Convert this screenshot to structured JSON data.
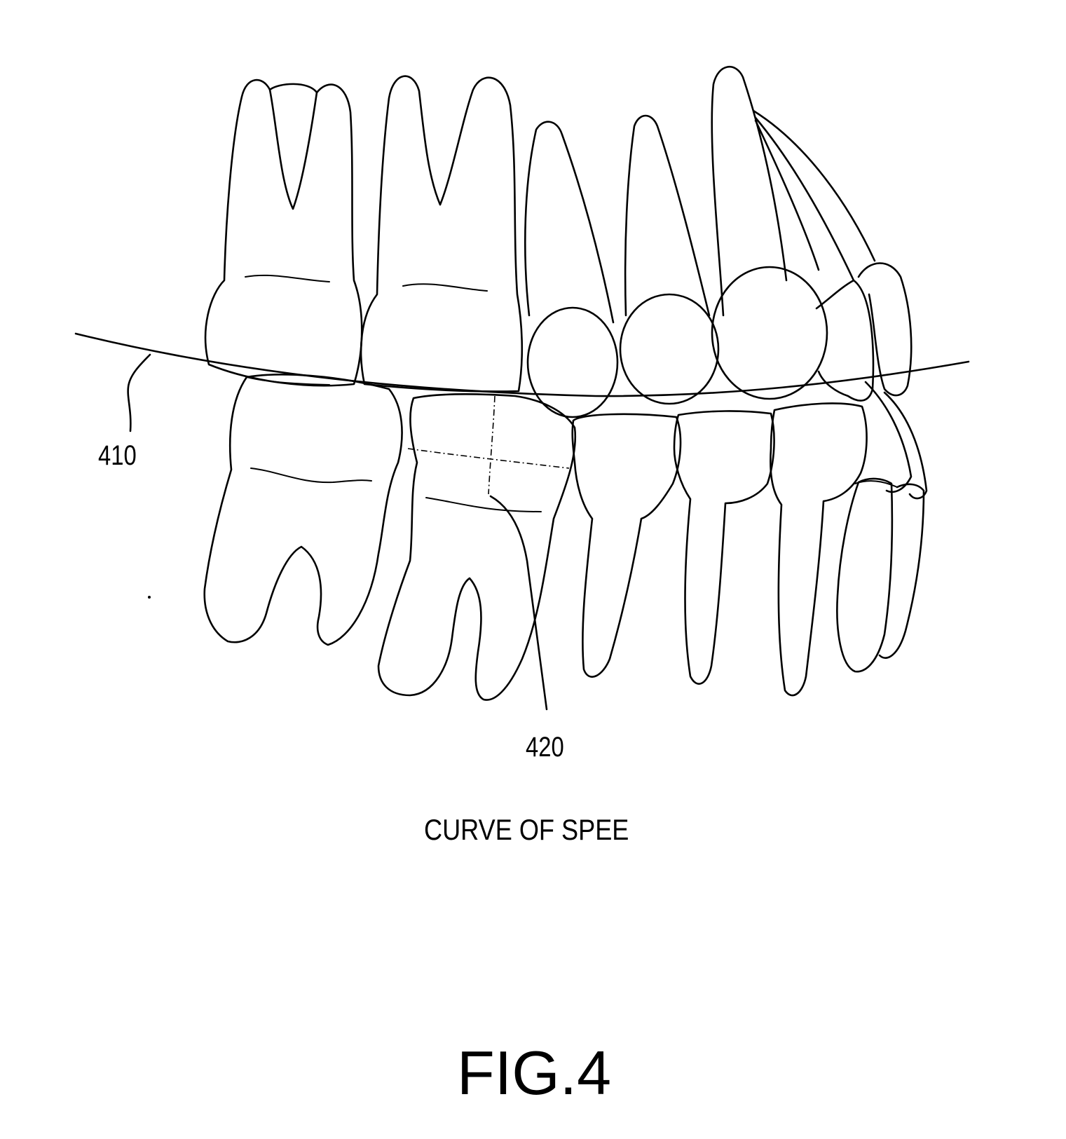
{
  "figure": {
    "title": "FIG.4",
    "caption": "CURVE OF SPEE",
    "reference_numerals": {
      "curve_line": "410",
      "tooth_axis": "420"
    }
  }
}
